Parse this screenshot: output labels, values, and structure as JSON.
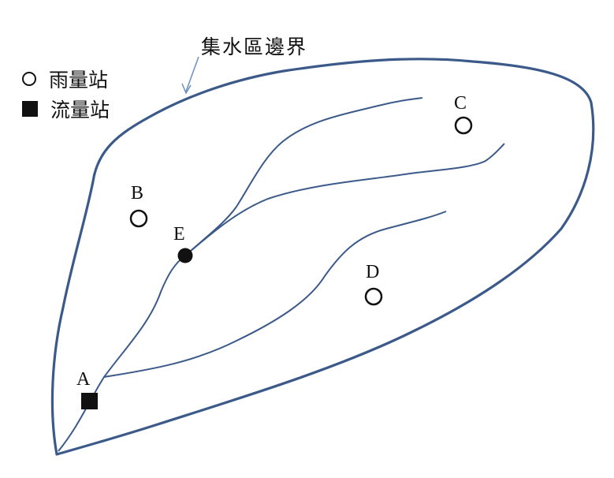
{
  "legend": {
    "rain_station": "雨量站",
    "flow_station": "流量站"
  },
  "boundary_label": "集水區邊界",
  "points": {
    "a": "A",
    "b": "B",
    "c": "C",
    "d": "D",
    "e": "E"
  },
  "colors": {
    "boundary": "#3b5a8a",
    "stream": "#3b5a8a",
    "arrow": "#6b8fc0",
    "marker": "#111111"
  }
}
